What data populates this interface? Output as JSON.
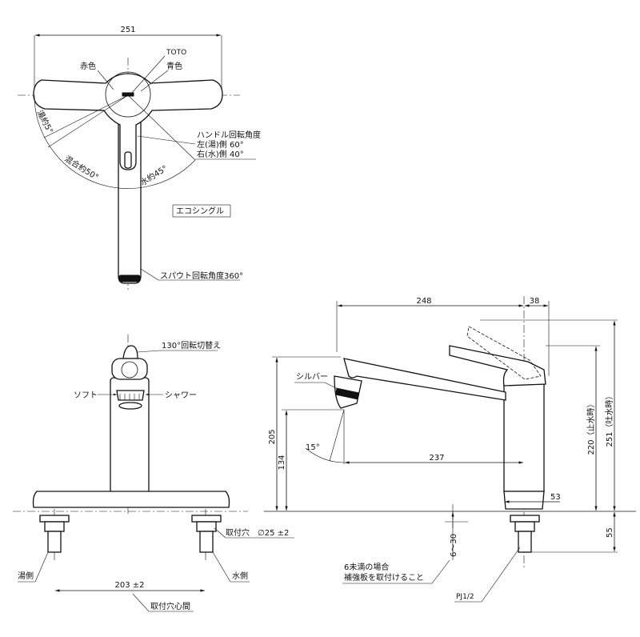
{
  "top_view": {
    "width_dim": "251",
    "maker": "TOTO",
    "red": "赤色",
    "blue": "青色",
    "hot_angle": "湯約5°",
    "mix_angle": "混合約50°",
    "cold_angle": "水約45°",
    "handle_title": "ハンドル回転角度",
    "handle_left": "左(湯)側 60°",
    "handle_right": "右(水)側 40°",
    "model_box": "エコシングル",
    "spout_rotation": "スパウト回転角度360°"
  },
  "front_view": {
    "switch_label": "130°回転切替え",
    "soft": "ソフト",
    "shower": "シャワー",
    "hole_dia": "取付穴　∅25 ±2",
    "hot_side": "湯側",
    "cold_side": "水側",
    "pitch": "203 ±2",
    "pitch_label": "取付穴心間"
  },
  "side_view": {
    "dim_248": "248",
    "dim_38": "38",
    "silver": "シルバー",
    "dim_205": "205",
    "dim_134": "134",
    "angle_15": "15°",
    "dim_237": "237",
    "dim_220": "220（止水時）",
    "dim_251": "251（吐水時）",
    "dim_53": "53",
    "dim_6_30": "6～30",
    "dim_55": "55",
    "note_1": "6未満の場合",
    "note_2": "補強板を取付けること",
    "code": "PJ1/2"
  }
}
